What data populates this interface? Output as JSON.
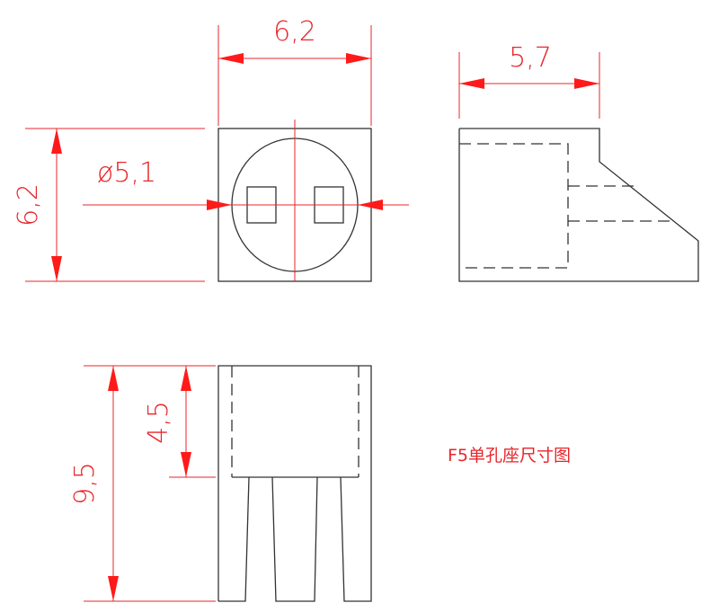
{
  "title": "F5单孔座尺寸图",
  "dimensions": {
    "top_width": "6,2",
    "side_width": "5,7",
    "top_height": "6,2",
    "diameter": "ø5,1",
    "total_height": "9,5",
    "body_height": "4,5"
  },
  "colors": {
    "dimension": "#e8262b",
    "outline": "#333333"
  }
}
